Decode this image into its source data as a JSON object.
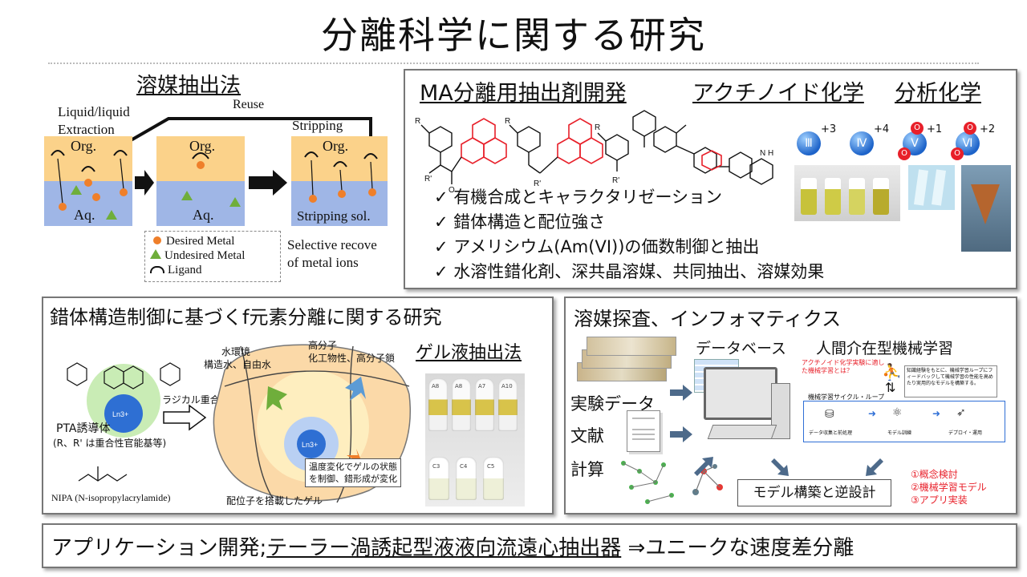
{
  "title": "分離科学に関する研究",
  "solvent": {
    "heading": "溶媒抽出法",
    "reuse": "Reuse",
    "ll_line1": "Liquid/liquid",
    "ll_line2": "Extraction",
    "stripping": "Stripping",
    "org": "Org.",
    "aq": "Aq.",
    "strip_sol": "Stripping sol.",
    "legend": {
      "desired": "Desired Metal",
      "undesired": "Undesired Metal",
      "ligand": "Ligand"
    },
    "selective_line1": "Selective recove",
    "selective_line2": "of metal ions"
  },
  "ma": {
    "h1": "MA分離用抽出剤開発",
    "h2": "アクチノイド化学",
    "h3": "分析化学",
    "bullets": [
      "有機合成とキャラクタリゼーション",
      "錯体構造と配位強さ",
      "アメリシウム(Am(VI))の価数制御と抽出",
      "水溶性錯化剤、深共晶溶媒、共同抽出、溶媒効果"
    ],
    "check": "✓",
    "ions": [
      {
        "roman": "Ⅲ",
        "charge": "+3",
        "oxo": false
      },
      {
        "roman": "Ⅳ",
        "charge": "+4",
        "oxo": false
      },
      {
        "roman": "Ⅴ",
        "charge": "+1",
        "oxo": true
      },
      {
        "roman": "Ⅵ",
        "charge": "+2",
        "oxo": true
      }
    ],
    "oxo_label": "O",
    "mol_r": "R",
    "mol_rp": "R'",
    "mol_o": "O",
    "mol_n": "N",
    "mol_h": "H"
  },
  "complex": {
    "heading": "錯体構造制御に基づくf元素分離に関する研究",
    "gel_heading": "ゲル液抽出法",
    "pta_label": "PTA誘導体",
    "pta_sub": "(R、R' は重合性官能基等)",
    "nipa": "NIPA (N-isopropylacrylamide)",
    "radical": "ラジカル重合",
    "water1": "水環境",
    "water2": "構造水、自由水",
    "polymer1": "高分子",
    "polymer2": "化工物性、高分子鎖",
    "temp1": "温度変化でゲルの状態",
    "temp2": "を制御、錯形成が変化",
    "gel_ligand": "配位子を搭載したゲル",
    "ln": "Ln3+",
    "vial_labels": [
      "A8",
      "A8",
      "A7",
      "A10"
    ],
    "vial_labels_bottom": [
      "C3",
      "C4",
      "C5"
    ]
  },
  "info": {
    "heading": "溶媒探査、インフォマティクス",
    "database": "データベース",
    "hitl": "人間介在型機械学習",
    "exp_data": "実験データ",
    "literature": "文献",
    "calc": "計算",
    "model": "モデル構築と逆設計",
    "steps": [
      "①概念検討",
      "②機械学習モデル",
      "③アプリ実装"
    ],
    "ml_red_note": "アクチノイド化学実験に適した機械学習とは？",
    "ml_cycle": "機械学習サイクル・ループ",
    "ml_feedback": "知識経験をもとに、機械学習ループにフィードバックして機械学習の性能を高めたり実用的なモデルを構築する。",
    "ml_stage1": "データ収集と前処理",
    "ml_stage2": "モデル訓練",
    "ml_stage3": "デプロイ・運用"
  },
  "app": {
    "part1": "アプリケーション開発;",
    "part2": "テーラー渦誘起型液液向流遠心抽出器",
    "part3": " ⇒ユニークな速度差分離"
  },
  "colors": {
    "org": "#fbd28a",
    "aq": "#9fb6e6",
    "red": "#e8202a",
    "green": "#6fae3b",
    "orange": "#ef7f2a",
    "blue_ion": "#2e6fd3"
  }
}
